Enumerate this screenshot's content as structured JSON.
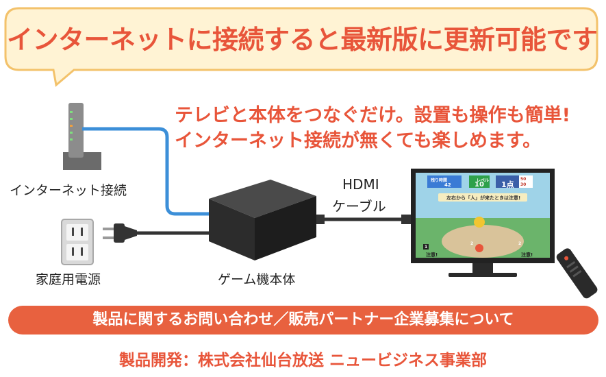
{
  "headline": "インターネットに接続すると最新版に更新可能です",
  "lead": {
    "line1": "テレビと本体をつなぐだけ。設置も操作も簡単!",
    "line2": "インターネット接続が無くても楽しめます。"
  },
  "labels": {
    "router": "インターネット接続",
    "power": "家庭用電源",
    "console": "ゲーム機本体",
    "hdmi_line1": "HDMI",
    "hdmi_line2": "ケーブル"
  },
  "tv_screen": {
    "remaining_label": "残り時間",
    "remaining_value": "42",
    "level_label": "レベル",
    "level_value": "10",
    "score": "1点",
    "score_small_1": "50",
    "score_small_2": "30",
    "prompt": "左右から「人」が来たときは注意!",
    "badge_1": "1",
    "badge_2": "2",
    "badge_3": "2",
    "warning_1": "注意!",
    "warning_2": "注意!"
  },
  "contact_bar": "製品に関するお問い合わせ／販売パートナー企業募集について",
  "footer": "製品開発：株式会社仙台放送 ニュービジネス事業部",
  "colors": {
    "accent": "#e8553a",
    "bubble_fill": "#fff3d4",
    "bubble_border": "#f3c26b",
    "bar_fill": "#e8613f",
    "lan_cable": "#3c8fd8"
  },
  "icons": [
    "router-icon",
    "power-outlet-icon",
    "power-plug-icon",
    "game-console-icon",
    "tv-icon",
    "remote-control-icon"
  ]
}
